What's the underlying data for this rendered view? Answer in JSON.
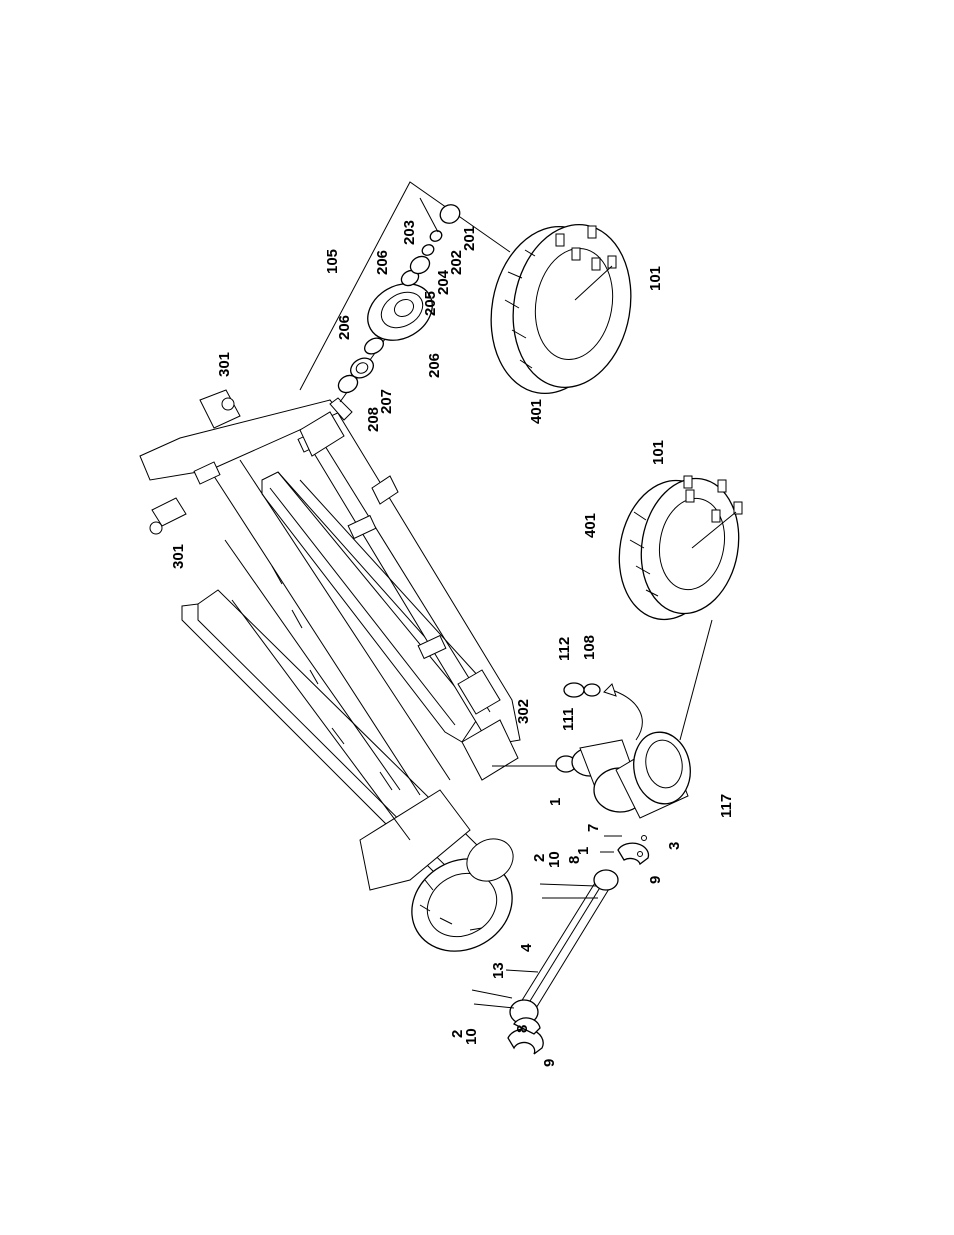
{
  "colors": {
    "ink": "#000000",
    "paper": "#ffffff"
  },
  "labels": [
    {
      "id": "lbl-105",
      "text": "105"
    },
    {
      "id": "lbl-203",
      "text": "203"
    },
    {
      "id": "lbl-206-a",
      "text": "206"
    },
    {
      "id": "lbl-206-b",
      "text": "206"
    },
    {
      "id": "lbl-206-c",
      "text": "206"
    },
    {
      "id": "lbl-201",
      "text": "201"
    },
    {
      "id": "lbl-202",
      "text": "202"
    },
    {
      "id": "lbl-204",
      "text": "204"
    },
    {
      "id": "lbl-205",
      "text": "205"
    },
    {
      "id": "lbl-207",
      "text": "207"
    },
    {
      "id": "lbl-208",
      "text": "208"
    },
    {
      "id": "lbl-301-a",
      "text": "301"
    },
    {
      "id": "lbl-301-b",
      "text": "301"
    },
    {
      "id": "lbl-101-a",
      "text": "101"
    },
    {
      "id": "lbl-101-b",
      "text": "101"
    },
    {
      "id": "lbl-401-a",
      "text": "401"
    },
    {
      "id": "lbl-401-b",
      "text": "401"
    },
    {
      "id": "lbl-112",
      "text": "112"
    },
    {
      "id": "lbl-108",
      "text": "108"
    },
    {
      "id": "lbl-111",
      "text": "111"
    },
    {
      "id": "lbl-302",
      "text": "302"
    },
    {
      "id": "lbl-1-a",
      "text": "1"
    },
    {
      "id": "lbl-1-b",
      "text": "1"
    },
    {
      "id": "lbl-117",
      "text": "117"
    },
    {
      "id": "lbl-7",
      "text": "7"
    },
    {
      "id": "lbl-3",
      "text": "3"
    },
    {
      "id": "lbl-9-a",
      "text": "9"
    },
    {
      "id": "lbl-9-b",
      "text": "9"
    },
    {
      "id": "lbl-8-a",
      "text": "8"
    },
    {
      "id": "lbl-8-b",
      "text": "8"
    },
    {
      "id": "lbl-2-a",
      "text": "2"
    },
    {
      "id": "lbl-10-a",
      "text": "10"
    },
    {
      "id": "lbl-2-b",
      "text": "2"
    },
    {
      "id": "lbl-10-b",
      "text": "10"
    },
    {
      "id": "lbl-4",
      "text": "4"
    },
    {
      "id": "lbl-13",
      "text": "13"
    }
  ]
}
